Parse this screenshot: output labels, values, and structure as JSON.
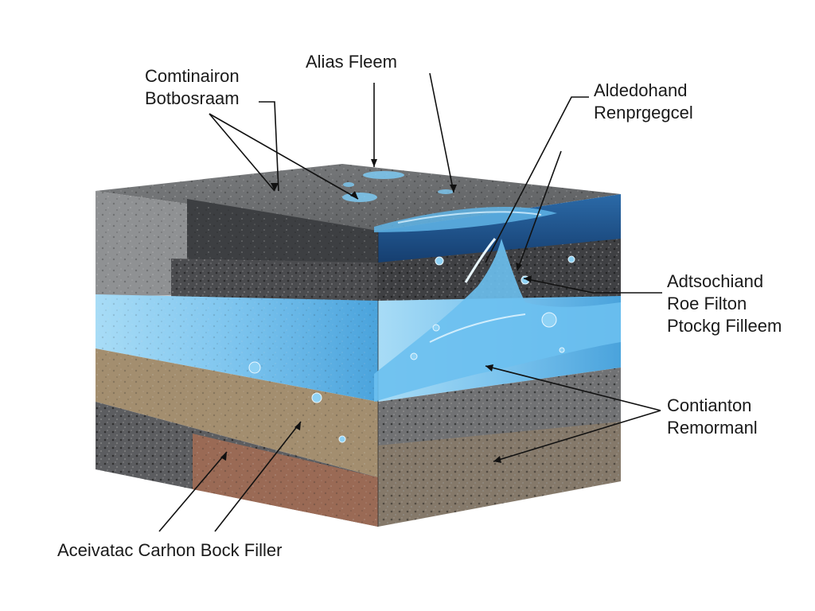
{
  "labels": {
    "top_left": [
      "Comtinairon",
      "Botbosraam"
    ],
    "top_center": [
      "Alias Fleem"
    ],
    "top_right": [
      "Aldedohand",
      "Renprgegcel"
    ],
    "mid_right": [
      "Adtsochiand",
      "Roe Filton",
      "Ptockg Filleem"
    ],
    "lower_right": [
      "Contianton",
      "Remormanl"
    ],
    "bottom": [
      "Aceivatac Carhon Bock Filler"
    ]
  },
  "colors": {
    "water": "#5fb4e6",
    "water_dark": "#1d4f8a",
    "concrete": "#6e7072",
    "dark_aggregate": "#3d3e40",
    "sand": "#a58f6e",
    "rust": "#9a6a55"
  }
}
